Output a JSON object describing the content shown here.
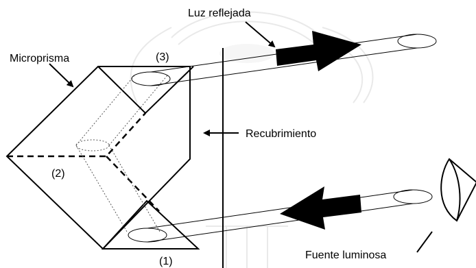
{
  "labels": {
    "reflected_light": "Luz reflejada",
    "microprism": "Microprisma",
    "coating": "Recubrimiento",
    "light_source": "Fuente luminosa",
    "face_1": "(1)",
    "face_2": "(2)",
    "face_3": "(3)"
  },
  "colors": {
    "line": "#000000",
    "background": "#ffffff",
    "watermark": "#e9e9e9"
  }
}
